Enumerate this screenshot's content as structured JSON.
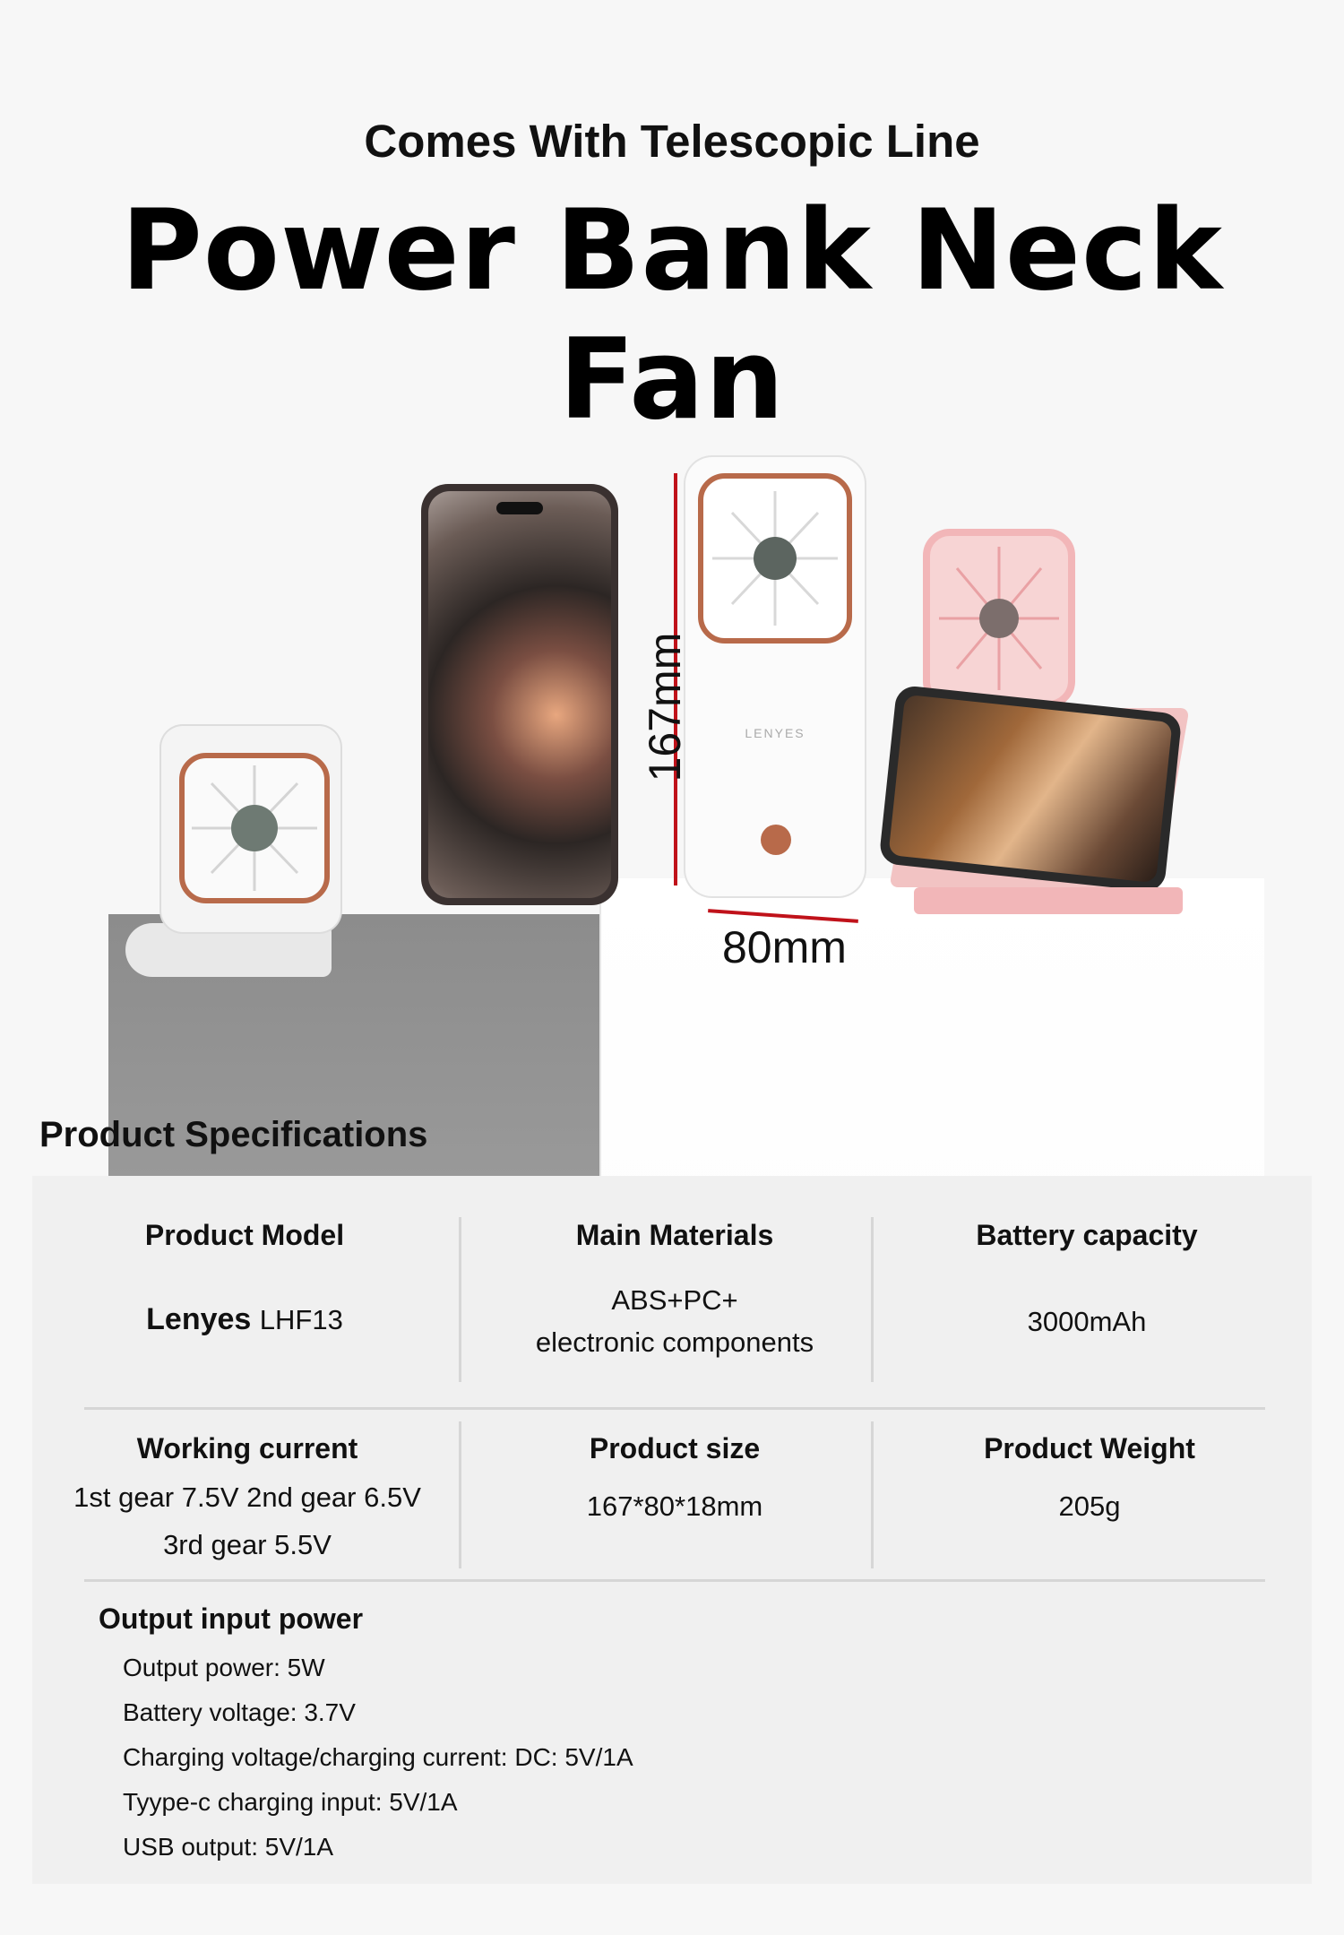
{
  "header": {
    "subtitle": "Comes With Telescopic Line",
    "title": "Power Bank Neck Fan"
  },
  "product_image": {
    "brand_mark": "LENYES",
    "height_dimension": "167mm",
    "width_dimension": "80mm"
  },
  "specifications": {
    "heading": "Product Specifications",
    "row1": [
      {
        "title": "Product Model",
        "brand": "Lenyes",
        "model": "LHF13"
      },
      {
        "title": "Main Materials",
        "value_line1": "ABS+PC+",
        "value_line2": "electronic components"
      },
      {
        "title": "Battery capacity",
        "value": "3000mAh"
      }
    ],
    "row2": [
      {
        "title": "Working current",
        "value_line1": "1st gear 7.5V 2nd gear 6.5V",
        "value_line2": "3rd gear 5.5V"
      },
      {
        "title": "Product size",
        "value": "167*80*18mm"
      },
      {
        "title": "Product Weight",
        "value": "205g"
      }
    ],
    "power": {
      "title": "Output input power",
      "items": [
        "Output power: 5W",
        "Battery voltage: 3.7V",
        "Charging voltage/charging current: DC: 5V/1A",
        "Tyype-c charging input: 5V/1A",
        "USB output: 5V/1A"
      ]
    }
  },
  "colors": {
    "accent_red": "#c0121a",
    "copper": "#b86a4a",
    "pink": "#f2b6b8",
    "panel": "#f0f0f0"
  }
}
